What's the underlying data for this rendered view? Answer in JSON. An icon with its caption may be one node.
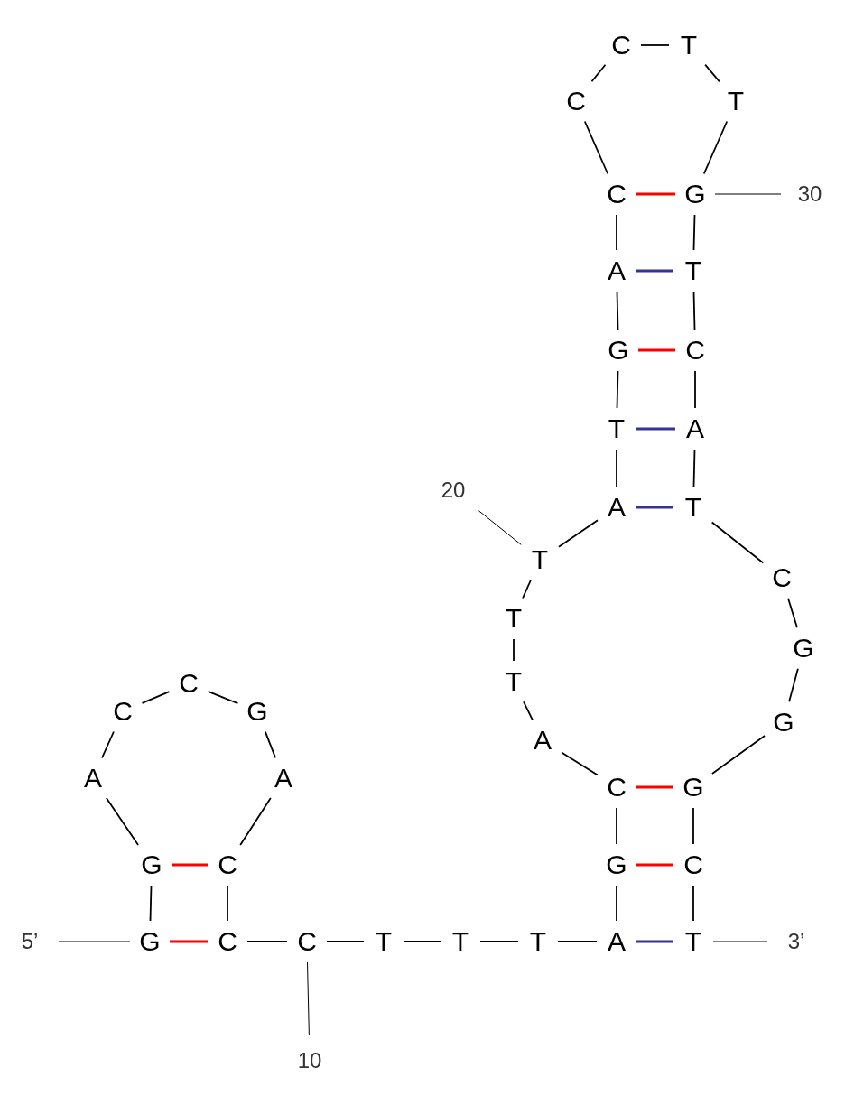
{
  "diagram": {
    "nodes": [
      {
        "text": [
          "G"
        ]
      },
      {
        "text": [
          "G"
        ]
      },
      {
        "text": [
          "A"
        ]
      },
      {
        "text": [
          "C"
        ]
      },
      {
        "text": [
          "C"
        ]
      },
      {
        "text": [
          "G"
        ]
      },
      {
        "text": [
          "A"
        ]
      },
      {
        "text": [
          "C"
        ]
      },
      {
        "text": [
          "C"
        ]
      },
      {
        "text": [
          "C"
        ]
      },
      {
        "text": [
          "T"
        ]
      },
      {
        "text": [
          "T"
        ]
      },
      {
        "text": [
          "T"
        ]
      },
      {
        "text": [
          "A"
        ]
      },
      {
        "text": [
          "G"
        ]
      },
      {
        "text": [
          "C"
        ]
      },
      {
        "text": [
          "A"
        ]
      },
      {
        "text": [
          "T"
        ]
      },
      {
        "text": [
          "T"
        ]
      },
      {
        "text": [
          "T"
        ]
      },
      {
        "text": [
          "A"
        ]
      },
      {
        "text": [
          "T"
        ]
      },
      {
        "text": [
          "G"
        ]
      },
      {
        "text": [
          "A"
        ]
      },
      {
        "text": [
          "C"
        ]
      },
      {
        "text": [
          "C"
        ]
      },
      {
        "text": [
          "C"
        ]
      },
      {
        "text": [
          "T"
        ]
      },
      {
        "text": [
          "T"
        ]
      },
      {
        "text": [
          "G"
        ]
      },
      {
        "text": [
          "T"
        ]
      },
      {
        "text": [
          "C"
        ]
      },
      {
        "text": [
          "A"
        ]
      },
      {
        "text": [
          "T"
        ]
      },
      {
        "text": [
          "C"
        ]
      },
      {
        "text": [
          "G"
        ]
      },
      {
        "text": [
          "G"
        ]
      },
      {
        "text": [
          "G"
        ]
      },
      {
        "text": [
          "C"
        ]
      },
      {
        "text": [
          "T"
        ]
      },
      {
        "text": [
          "5’"
        ]
      },
      {
        "text": [
          "3’"
        ]
      },
      {
        "text": [
          "10"
        ]
      },
      {
        "text": [
          "20"
        ]
      },
      {
        "text": [
          "30"
        ]
      }
    ],
    "edges": [
      {
        "from": 0,
        "to": 1,
        "arrow": "none"
      },
      {
        "from": 1,
        "to": 2,
        "arrow": "none"
      },
      {
        "from": 2,
        "to": 3,
        "arrow": "none"
      },
      {
        "from": 3,
        "to": 4,
        "arrow": "none"
      },
      {
        "from": 4,
        "to": 5,
        "arrow": "none"
      },
      {
        "from": 5,
        "to": 6,
        "arrow": "none"
      },
      {
        "from": 6,
        "to": 7,
        "arrow": "none"
      },
      {
        "from": 7,
        "to": 8,
        "arrow": "none"
      },
      {
        "from": 8,
        "to": 9,
        "arrow": "none"
      },
      {
        "from": 9,
        "to": 10,
        "arrow": "none"
      },
      {
        "from": 10,
        "to": 11,
        "arrow": "none"
      },
      {
        "from": 11,
        "to": 12,
        "arrow": "none"
      },
      {
        "from": 12,
        "to": 13,
        "arrow": "none"
      },
      {
        "from": 13,
        "to": 14,
        "arrow": "none"
      },
      {
        "from": 14,
        "to": 15,
        "arrow": "none"
      },
      {
        "from": 15,
        "to": 16,
        "arrow": "none"
      },
      {
        "from": 16,
        "to": 17,
        "arrow": "none"
      },
      {
        "from": 17,
        "to": 18,
        "arrow": "none"
      },
      {
        "from": 18,
        "to": 19,
        "arrow": "none"
      },
      {
        "from": 19,
        "to": 20,
        "arrow": "none"
      },
      {
        "from": 20,
        "to": 21,
        "arrow": "none"
      },
      {
        "from": 21,
        "to": 22,
        "arrow": "none"
      },
      {
        "from": 22,
        "to": 23,
        "arrow": "none"
      },
      {
        "from": 23,
        "to": 24,
        "arrow": "none"
      },
      {
        "from": 24,
        "to": 25,
        "arrow": "none"
      },
      {
        "from": 25,
        "to": 26,
        "arrow": "none"
      },
      {
        "from": 26,
        "to": 27,
        "arrow": "none"
      },
      {
        "from": 27,
        "to": 28,
        "arrow": "none"
      },
      {
        "from": 28,
        "to": 29,
        "arrow": "none"
      },
      {
        "from": 29,
        "to": 30,
        "arrow": "none"
      },
      {
        "from": 30,
        "to": 31,
        "arrow": "none"
      },
      {
        "from": 31,
        "to": 32,
        "arrow": "none"
      },
      {
        "from": 32,
        "to": 33,
        "arrow": "none"
      },
      {
        "from": 33,
        "to": 34,
        "arrow": "none"
      },
      {
        "from": 34,
        "to": 35,
        "arrow": "none"
      },
      {
        "from": 35,
        "to": 36,
        "arrow": "none"
      },
      {
        "from": 36,
        "to": 37,
        "arrow": "none"
      },
      {
        "from": 37,
        "to": 38,
        "arrow": "none"
      },
      {
        "from": 38,
        "to": 39,
        "arrow": "none"
      },
      {
        "from": 0,
        "to": 8,
        "arrow": "none",
        "color": "#ff0000"
      },
      {
        "from": 1,
        "to": 7,
        "arrow": "none",
        "color": "#ff0000"
      },
      {
        "from": 13,
        "to": 39,
        "arrow": "none",
        "color": "#333399"
      },
      {
        "from": 14,
        "to": 38,
        "arrow": "none",
        "color": "#ff0000"
      },
      {
        "from": 15,
        "to": 37,
        "arrow": "none",
        "color": "#ff0000"
      },
      {
        "from": 20,
        "to": 33,
        "arrow": "none",
        "color": "#333399"
      },
      {
        "from": 21,
        "to": 32,
        "arrow": "none",
        "color": "#333399"
      },
      {
        "from": 22,
        "to": 31,
        "arrow": "none",
        "color": "#ff0000"
      },
      {
        "from": 23,
        "to": 30,
        "arrow": "none",
        "color": "#333399"
      },
      {
        "from": 24,
        "to": 29,
        "arrow": "none",
        "color": "#ff0000"
      },
      {
        "from": 40,
        "to": 0,
        "arrow": "none"
      },
      {
        "from": 41,
        "to": 39,
        "arrow": "none"
      },
      {
        "from": 42,
        "to": 9,
        "arrow": "none"
      },
      {
        "from": 43,
        "to": 19,
        "arrow": "none"
      },
      {
        "from": 44,
        "to": 29,
        "arrow": "none"
      }
    ]
  }
}
